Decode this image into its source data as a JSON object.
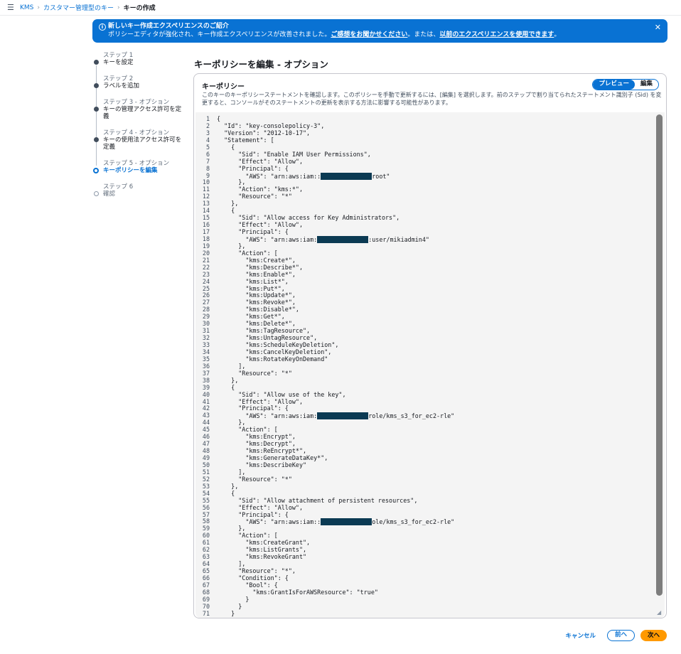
{
  "breadcrumb": {
    "items": [
      "KMS",
      "カスタマー管理型のキー"
    ],
    "current": "キーの作成"
  },
  "flash": {
    "title": "新しいキー作成エクスペリエンスのご紹介",
    "message_pre": "ポリシーエディタが強化され、キー作成エクスペリエンスが改善されました。",
    "link_feedback": "ご感想をお聞かせください",
    "message_mid": "。または、",
    "link_previous": "以前のエクスペリエンスを使用できます",
    "message_post": "。"
  },
  "steps": [
    {
      "label": "ステップ 1",
      "name": "キーを設定"
    },
    {
      "label": "ステップ 2",
      "name": "ラベルを追加"
    },
    {
      "label": "ステップ 3 - オプション",
      "name": "キーの管理アクセス許可を定義"
    },
    {
      "label": "ステップ 4 - オプション",
      "name": "キーの使用法アクセス許可を定義"
    },
    {
      "label": "ステップ 5 - オプション",
      "name": "キーポリシーを編集"
    },
    {
      "label": "ステップ 6",
      "name": "確認"
    }
  ],
  "page_title": "キーポリシーを編集 - オプション",
  "panel": {
    "title": "キーポリシー",
    "description": "このキーのキーポリシーステートメントを確認します。このポリシーを手動で更新するには、[編集] を選択します。前のステップで割り当てられたステートメント識別子 (Sid) を変更すると、コンソールがそのステートメントの更新を表示する方法に影響する可能性があります。",
    "segment": {
      "preview": "プレビュー",
      "edit": "編集"
    }
  },
  "code_lines": [
    "{",
    "  \"Id\": \"key-consolepolicy-3\",",
    "  \"Version\": \"2012-10-17\",",
    "  \"Statement\": [",
    "    {",
    "      \"Sid\": \"Enable IAM User Permissions\",",
    "      \"Effect\": \"Allow\",",
    "      \"Principal\": {",
    "        \"AWS\": \"arn:aws:iam::@@MASK@@root\"",
    "      },",
    "      \"Action\": \"kms:*\",",
    "      \"Resource\": \"*\"",
    "    },",
    "    {",
    "      \"Sid\": \"Allow access for Key Administrators\",",
    "      \"Effect\": \"Allow\",",
    "      \"Principal\": {",
    "        \"AWS\": \"arn:aws:iam:@@MASK@@:user/mikiadmin4\"",
    "      },",
    "      \"Action\": [",
    "        \"kms:Create*\",",
    "        \"kms:Describe*\",",
    "        \"kms:Enable*\",",
    "        \"kms:List*\",",
    "        \"kms:Put*\",",
    "        \"kms:Update*\",",
    "        \"kms:Revoke*\",",
    "        \"kms:Disable*\",",
    "        \"kms:Get*\",",
    "        \"kms:Delete*\",",
    "        \"kms:TagResource\",",
    "        \"kms:UntagResource\",",
    "        \"kms:ScheduleKeyDeletion\",",
    "        \"kms:CancelKeyDeletion\",",
    "        \"kms:RotateKeyOnDemand\"",
    "      ],",
    "      \"Resource\": \"*\"",
    "    },",
    "    {",
    "      \"Sid\": \"Allow use of the key\",",
    "      \"Effect\": \"Allow\",",
    "      \"Principal\": {",
    "        \"AWS\": \"arn:aws:iam:@@MASK@@role/kms_s3_for_ec2-rle\"",
    "      },",
    "      \"Action\": [",
    "        \"kms:Encrypt\",",
    "        \"kms:Decrypt\",",
    "        \"kms:ReEncrypt*\",",
    "        \"kms:GenerateDataKey*\",",
    "        \"kms:DescribeKey\"",
    "      ],",
    "      \"Resource\": \"*\"",
    "    },",
    "    {",
    "      \"Sid\": \"Allow attachment of persistent resources\",",
    "      \"Effect\": \"Allow\",",
    "      \"Principal\": {",
    "        \"AWS\": \"arn:aws:iam::@@MASK@@ole/kms_s3_for_ec2-rle\"",
    "      },",
    "      \"Action\": [",
    "        \"kms:CreateGrant\",",
    "        \"kms:ListGrants\",",
    "        \"kms:RevokeGrant\"",
    "      ],",
    "      \"Resource\": \"*\",",
    "      \"Condition\": {",
    "        \"Bool\": {",
    "          \"kms:GrantIsForAWSResource\": \"true\"",
    "        }",
    "      }",
    "    }",
    "  ]"
  ],
  "footer": {
    "cancel": "キャンセル",
    "previous": "前へ",
    "next": "次へ"
  },
  "colors": {
    "accent": "#0972d3",
    "primary_button": "#ff9900",
    "redaction": "#0b3a53"
  }
}
